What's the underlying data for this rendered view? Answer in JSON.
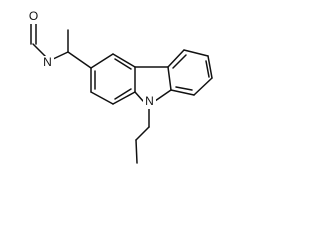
{
  "molecule": {
    "atom_labels": {
      "oxygen": "O",
      "amide_nitrogen": "N",
      "ring_nitrogen": "N"
    },
    "bond_color": "#111111"
  }
}
